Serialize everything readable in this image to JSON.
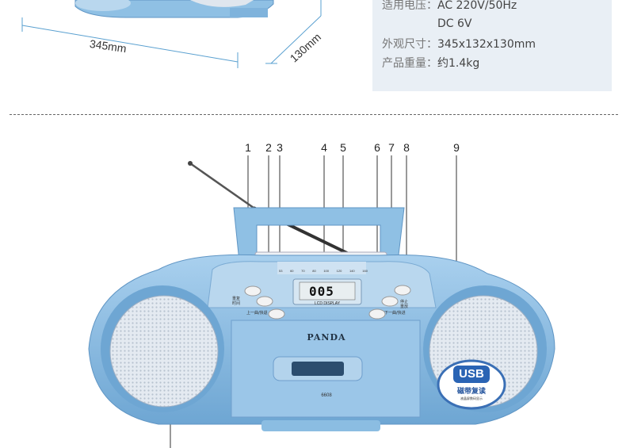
{
  "top_dimensions": {
    "width_label": "345mm",
    "depth_label": "130mm"
  },
  "specs": [
    {
      "label": "适用电压：",
      "value": "AC 220V/50Hz"
    },
    {
      "label": "",
      "value": "DC 6V"
    },
    {
      "label": "外观尺寸：",
      "value": "345x132x130mm"
    },
    {
      "label": "产品重量：",
      "value": "约1.4kg"
    }
  ],
  "callouts": [
    "1",
    "2",
    "3",
    "4",
    "5",
    "6",
    "7",
    "8",
    "9"
  ],
  "device": {
    "brand": "PANDA",
    "model": "6608",
    "lcd_value": "005",
    "lcd_caption": "LCD DISPLAY",
    "usb_label": "USB",
    "usb_sub": "磁带复读",
    "usb_sub2": "液晶屏数码显示",
    "btn_label_replay": "重复",
    "btn_label_replay2": "时间",
    "btn_label_prev": "上一曲/快退",
    "btn_label_stop": "停止",
    "btn_label_stop2": "重放",
    "btn_label_next": "下一曲/快进",
    "freq_labels": [
      "53",
      "60",
      "70",
      "80",
      "100",
      "120",
      "140",
      "160"
    ]
  },
  "colors": {
    "body": "#8fc0e4",
    "body_dark": "#5f95c4",
    "speaker": "#dfe6ee",
    "panel": "#b9d7ee",
    "spec_bg": "#e9eff5"
  }
}
